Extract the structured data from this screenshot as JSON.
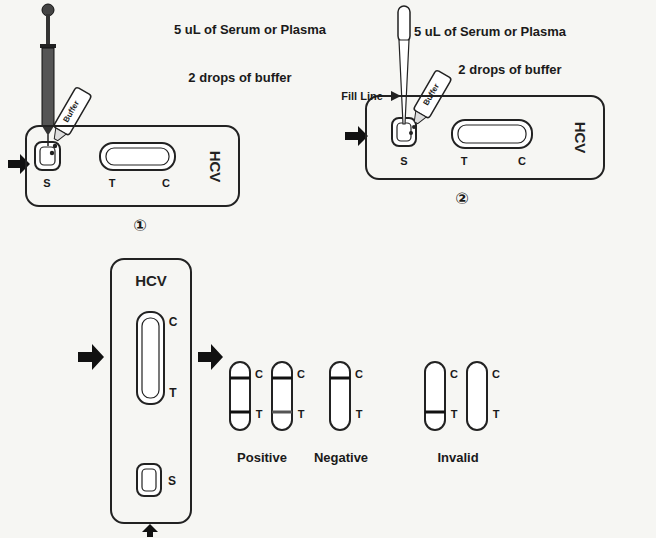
{
  "diagram": {
    "nodes": [
      {
        "text": [
          "HCV"
        ]
      },
      {
        "text": [
          "HCV"
        ]
      },
      {
        "text": [
          "HCV"
        ]
      }
    ],
    "labels": [
      "5 uL of Serum or Plasma",
      "2 drops of buffer",
      "Buffer",
      "S",
      "T",
      "C",
      "①",
      "5 uL of Serum or Plasma",
      "2 drops of buffer",
      "Fill Line",
      "Buffer",
      "S",
      "T",
      "C",
      "②",
      "C",
      "T",
      "S",
      "C",
      "T",
      "C",
      "T",
      "Positive",
      "C",
      "T",
      "Negative",
      "C",
      "T",
      "C",
      "T",
      "Invalid"
    ]
  }
}
